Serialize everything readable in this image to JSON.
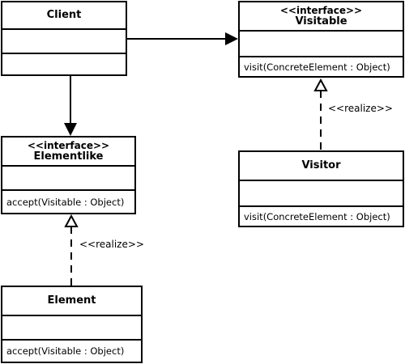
{
  "classes": {
    "client": {
      "name": "Client"
    },
    "visitable": {
      "stereotype": "<<interface>>",
      "name": "Visitable",
      "operation": "visit(ConcreteElement : Object)"
    },
    "elementlike": {
      "stereotype": "<<interface>>",
      "name": "Elementlike",
      "operation": "accept(Visitable : Object)"
    },
    "visitor": {
      "name": "Visitor",
      "operation": "visit(ConcreteElement : Object)"
    },
    "element": {
      "name": "Element",
      "operation": "accept(Visitable : Object)"
    }
  },
  "relations": {
    "visitor_realizes_visitable": "<<realize>>",
    "element_realizes_elementlike": "<<realize>>"
  }
}
